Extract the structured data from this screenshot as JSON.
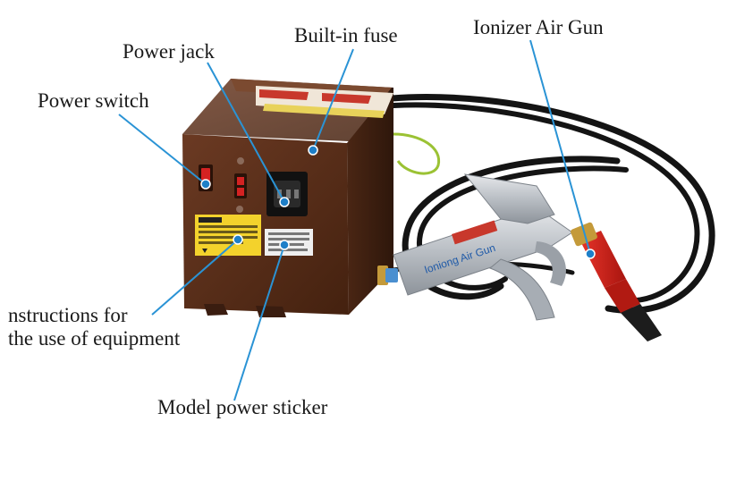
{
  "labels": {
    "built_in_fuse": "Built-in fuse",
    "power_jack": "Power jack",
    "power_switch": "Power switch",
    "ionizer_air_gun": "Ionizer Air Gun",
    "instructions_line1": "nstructions for",
    "instructions_line2": "the use of equipment",
    "model_power_sticker": "Model power sticker"
  },
  "product_text": {
    "gun_brand": "Ioniong Air Gun"
  },
  "colors": {
    "box_front": "#5a2f1c",
    "box_top": "#6e3e27",
    "box_side": "#3c1f12",
    "callout_line": "#2a93d5",
    "callout_dot": "#1e7fc8",
    "switch_red": "#d42222",
    "sticker_yellow": "#f3d22c",
    "gun_silver": "#c9cdd2",
    "nozzle_red": "#d8241c",
    "cable": "#141414",
    "ground_wire": "#9bc234"
  }
}
